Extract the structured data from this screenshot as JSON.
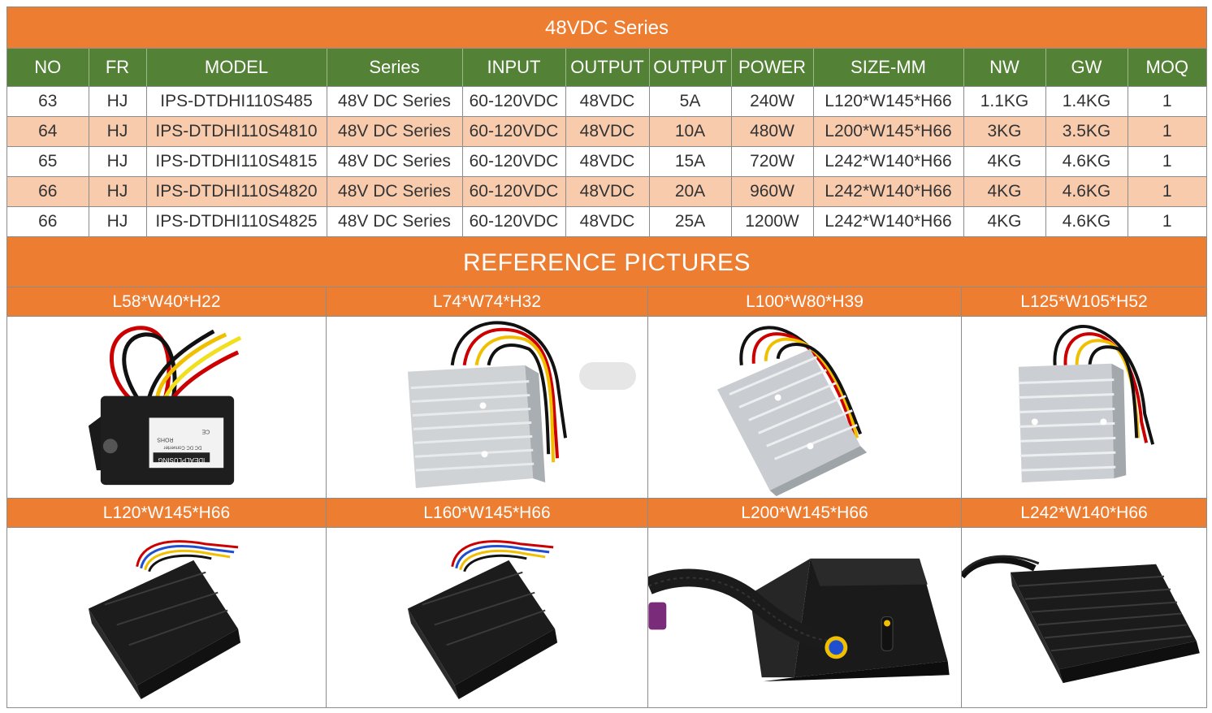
{
  "title": "48VDC Series",
  "headers": [
    "NO",
    "FR",
    "MODEL",
    "Series",
    "INPUT",
    "OUTPUT",
    "OUTPUT",
    "POWER",
    "SIZE-MM",
    "NW",
    "GW",
    "MOQ"
  ],
  "rows": [
    [
      "63",
      "HJ",
      "IPS-DTDHI110S485",
      "48V DC Series",
      "60-120VDC",
      "48VDC",
      "5A",
      "240W",
      "L120*W145*H66",
      "1.1KG",
      "1.4KG",
      "1"
    ],
    [
      "64",
      "HJ",
      "IPS-DTDHI110S4810",
      "48V DC Series",
      "60-120VDC",
      "48VDC",
      "10A",
      "480W",
      "L200*W145*H66",
      "3KG",
      "3.5KG",
      "1"
    ],
    [
      "65",
      "HJ",
      "IPS-DTDHI110S4815",
      "48V DC Series",
      "60-120VDC",
      "48VDC",
      "15A",
      "720W",
      "L242*W140*H66",
      "4KG",
      "4.6KG",
      "1"
    ],
    [
      "66",
      "HJ",
      "IPS-DTDHI110S4820",
      "48V DC Series",
      "60-120VDC",
      "48VDC",
      "20A",
      "960W",
      "L242*W140*H66",
      "4KG",
      "4.6KG",
      "1"
    ],
    [
      "66",
      "HJ",
      "IPS-DTDHI110S4825",
      "48V DC Series",
      "60-120VDC",
      "48VDC",
      "25A",
      "1200W",
      "L242*W140*H66",
      "4KG",
      "4.6KG",
      "1"
    ]
  ],
  "reference_title": "REFERENCE PICTURES",
  "pictures": [
    {
      "size": "L58*W40*H22",
      "icon": "black-encapsulated-converter-icon"
    },
    {
      "size": "L74*W74*H32",
      "icon": "finned-aluminum-converter-icon"
    },
    {
      "size": "L100*W80*H39",
      "icon": "finned-aluminum-converter-icon"
    },
    {
      "size": "L125*W105*H52",
      "icon": "finned-aluminum-converter-icon"
    },
    {
      "size": "L120*W145*H66",
      "icon": "black-enclosure-converter-icon"
    },
    {
      "size": "L160*W145*H66",
      "icon": "black-enclosure-converter-icon"
    },
    {
      "size": "L200*W145*H66",
      "icon": "black-converter-with-cable-icon"
    },
    {
      "size": "L242*W140*H66",
      "icon": "black-finned-converter-icon"
    }
  ],
  "label_text": {
    "brand": "IDEALPLUSING",
    "cert": "CE",
    "rohs": "ROHS",
    "line": "DC DC Converter"
  },
  "colors": {
    "header_orange": "#ed7d31",
    "header_green": "#538135",
    "row_highlight": "#f8cbad"
  }
}
